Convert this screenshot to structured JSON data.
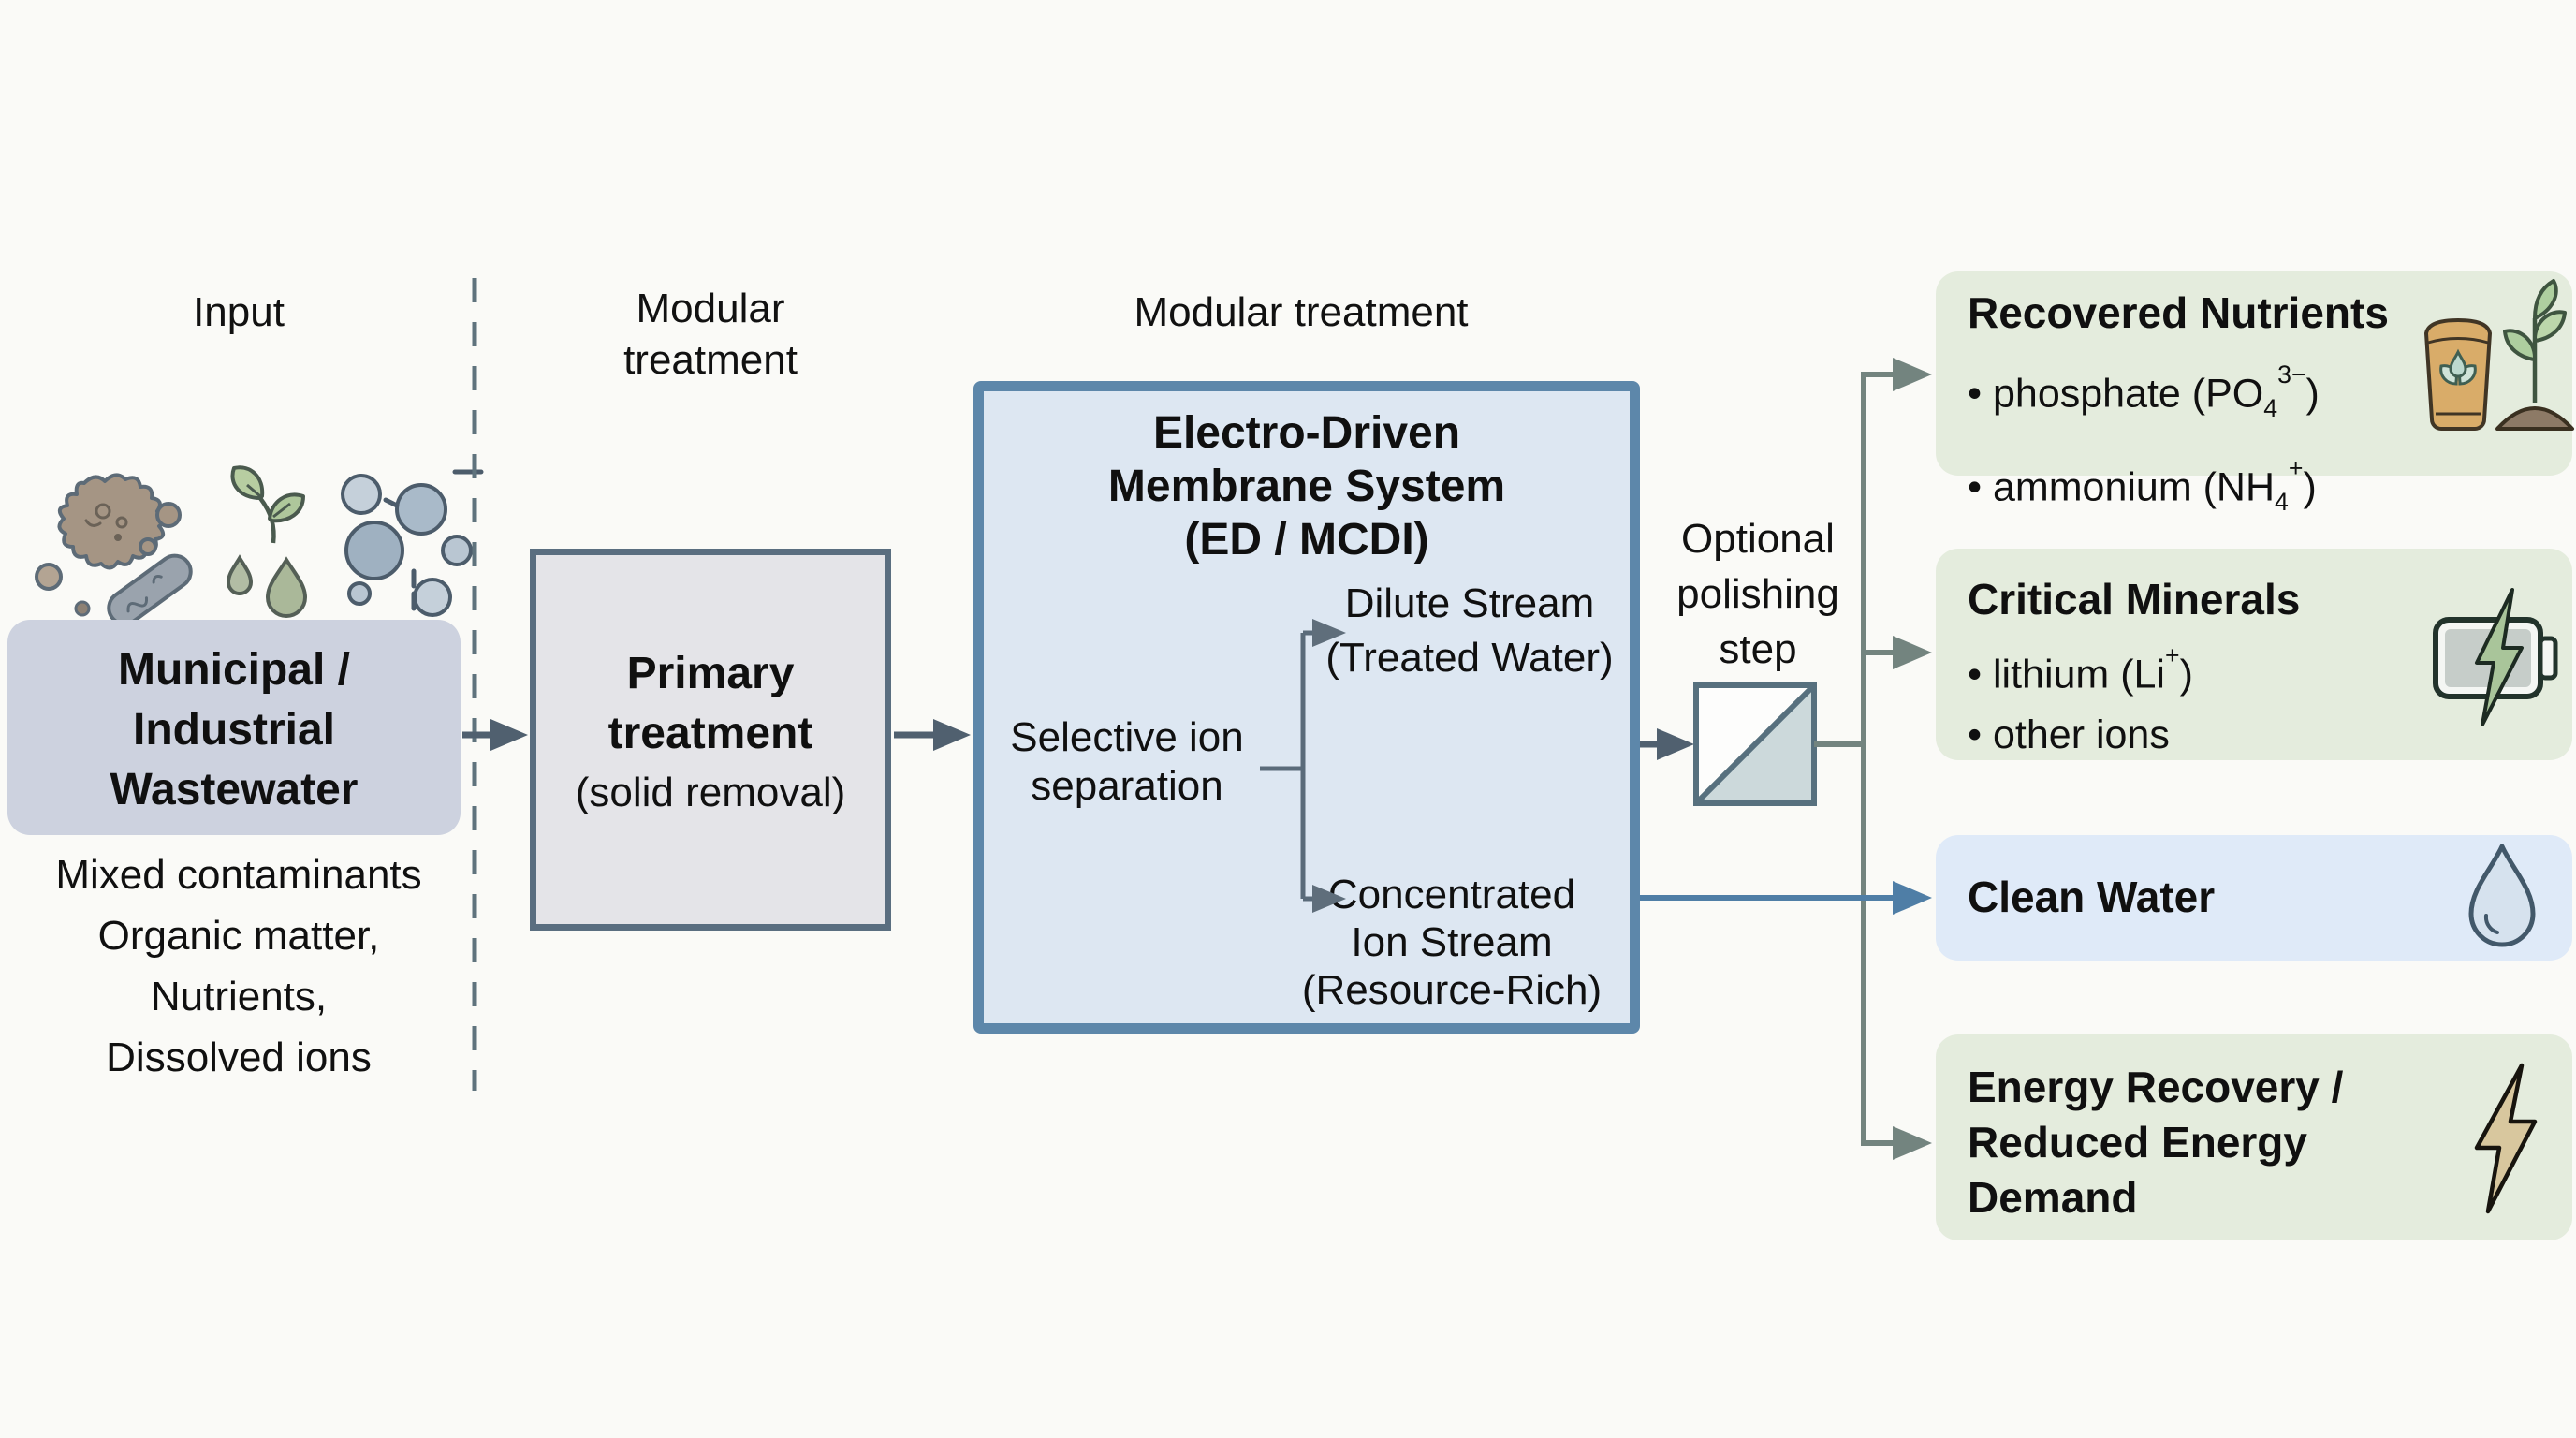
{
  "colors": {
    "flow_arrow": "#50606f",
    "branch_connector": "#73847f",
    "water_connector": "#4f7ea6",
    "membrane_box_border": "#5d87aa",
    "membrane_box_fill": "#dde7f2",
    "source_box_fill": "#cdd2df",
    "primary_box_fill": "#e4e4e8",
    "output_green_fill": "#e4ecdd",
    "output_blue_fill": "#dfeaf8"
  },
  "stages": {
    "input_label": "Input",
    "modular_primary_label": "Modular treatment",
    "modular_membrane_label": "Modular treatment",
    "optional_polishing_label": "Optional polishing step"
  },
  "input": {
    "icons": [
      "microbes-icon",
      "nutrients-icon",
      "ions-icon"
    ],
    "source_lines": [
      "Municipal /",
      "Industrial",
      "Wastewater"
    ],
    "caption_lines": [
      "Mixed contaminants",
      "Organic matter,",
      "Nutrients,",
      "Dissolved ions"
    ]
  },
  "primary": {
    "title": "Primary treatment",
    "subtitle": "(solid removal)"
  },
  "membrane": {
    "title_lines": [
      "Electro-Driven",
      "Membrane System",
      "(ED / MCDI)"
    ],
    "selective_label": "Selective ion separation",
    "dilute_lines": [
      "Dilute Stream",
      "(Treated Water)"
    ],
    "concentrated_lines": [
      "Concentrated",
      "Ion Stream",
      "(Resource-Rich)"
    ]
  },
  "polishing": {
    "symbol": "membrane-module-symbol"
  },
  "outputs": {
    "nutrients": {
      "title": "Recovered Nutrients",
      "bullet1": {
        "pre": "• phosphate (PO",
        "sub": "4",
        "sup": "3−",
        "post": ")"
      },
      "bullet2": {
        "pre": "• ammonium (NH",
        "sub": "4",
        "sup": "+",
        "post": ")"
      },
      "icons": [
        "fertilizer-bag-icon",
        "seedling-icon"
      ]
    },
    "minerals": {
      "title": "Critical Minerals",
      "bullet1": {
        "pre": "• lithium (Li",
        "sup": "+",
        "post": ")"
      },
      "bullet2": {
        "pre": "• other ions"
      },
      "icons": [
        "battery-icon"
      ]
    },
    "water": {
      "title": "Clean Water",
      "icons": [
        "water-drop-icon"
      ]
    },
    "energy": {
      "title_lines": [
        "Energy Recovery /",
        "Reduced Energy",
        "Demand"
      ],
      "icons": [
        "lightning-bolt-icon"
      ]
    }
  }
}
